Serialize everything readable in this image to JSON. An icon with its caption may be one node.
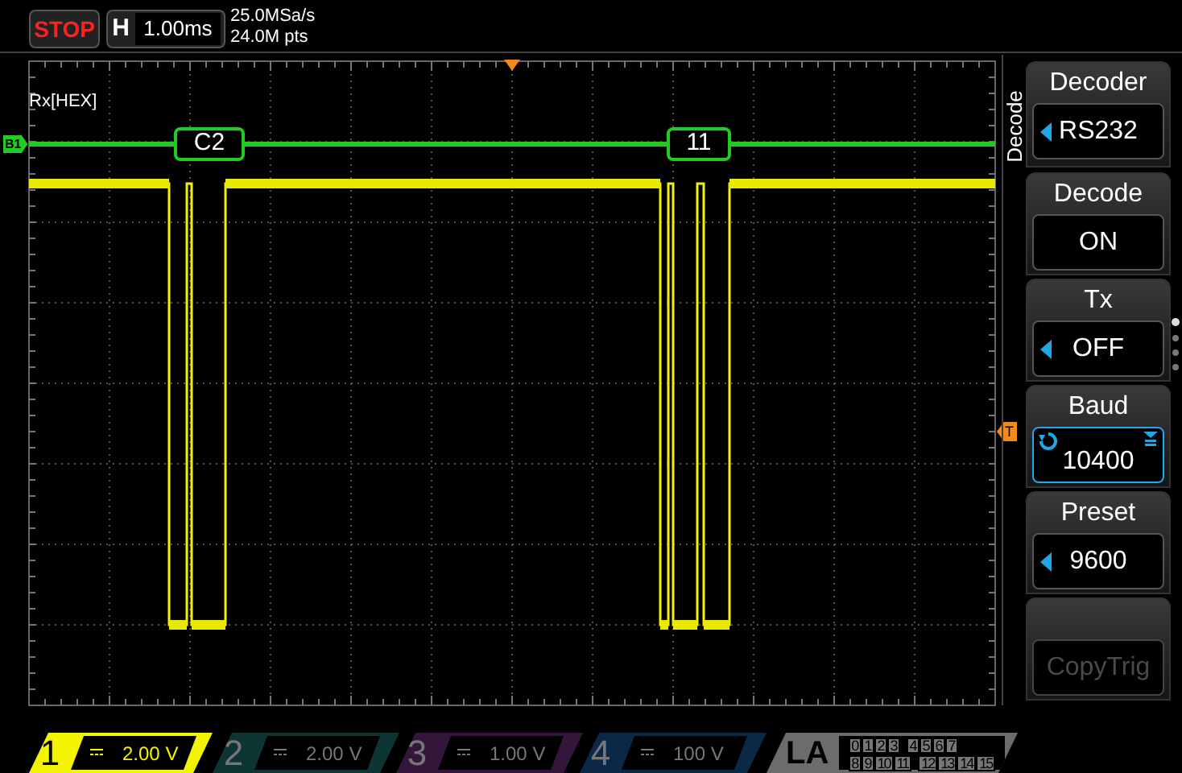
{
  "diagram": {
    "nodes": [
      {
        "text": [
          "STOP"
        ]
      },
      {
        "text": [
          "H",
          "1.00ms"
        ]
      },
      {
        "text": [
          "C2"
        ]
      },
      {
        "text": [
          "11"
        ]
      },
      {
        "text": [
          "Decoder",
          "RS232"
        ]
      },
      {
        "text": [
          "Decode",
          "ON"
        ]
      },
      {
        "text": [
          "Tx",
          "OFF"
        ]
      },
      {
        "text": [
          "Baud",
          "10400"
        ]
      },
      {
        "text": [
          "Preset",
          "9600"
        ]
      },
      {
        "text": [
          "CopyTrig"
        ]
      },
      {
        "text": [
          "1",
          "2.00 V"
        ]
      },
      {
        "text": [
          "2",
          "2.00 V"
        ]
      },
      {
        "text": [
          "3",
          "1.00 V"
        ]
      },
      {
        "text": [
          "4",
          "100 V"
        ]
      },
      {
        "text": [
          "LA"
        ]
      }
    ],
    "labels": [
      "25.0MSa/s",
      "24.0M pts",
      "Rx[HEX]",
      "B1",
      "Decode",
      "T",
      "0",
      "1",
      "2",
      "3",
      "4",
      "5",
      "6",
      "7",
      "8",
      "9",
      "10",
      "11",
      "12",
      "13",
      "14",
      "15"
    ]
  }
}
